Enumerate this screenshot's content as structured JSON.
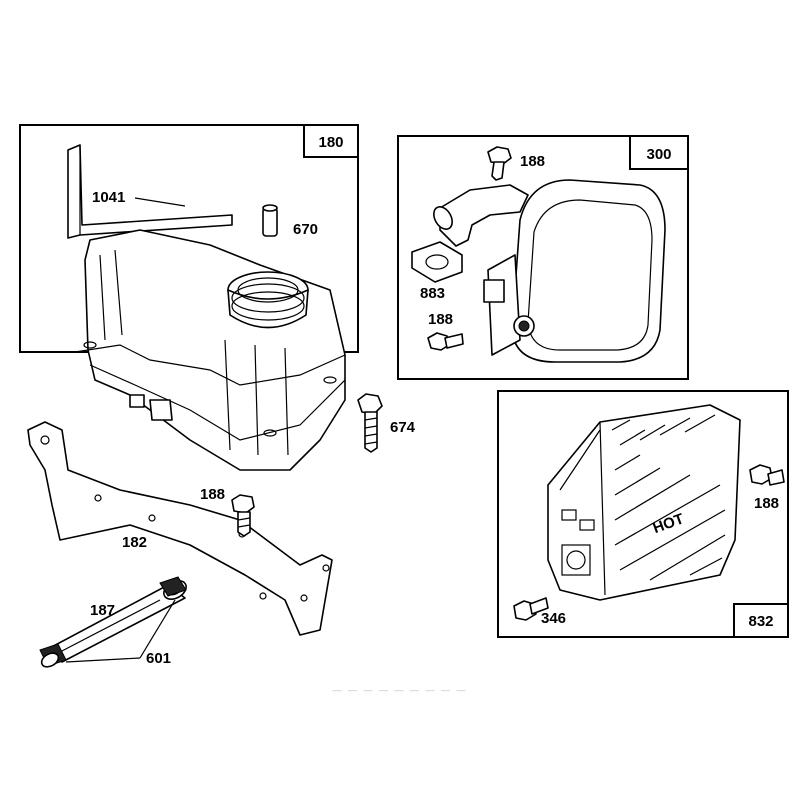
{
  "boxes": [
    {
      "id": "box-180",
      "number": "180"
    },
    {
      "id": "box-300",
      "number": "300"
    },
    {
      "id": "box-832",
      "number": "832"
    }
  ],
  "labels": {
    "l1041": "1041",
    "l670": "670",
    "l188_a": "188",
    "l883": "883",
    "l188_b": "188",
    "l674": "674",
    "l188_c": "188",
    "l182": "182",
    "l187": "187",
    "l601": "601",
    "l188_d": "188",
    "l346": "346"
  },
  "shield_text": "HOT",
  "footer_text": "— — — — — — — — —"
}
